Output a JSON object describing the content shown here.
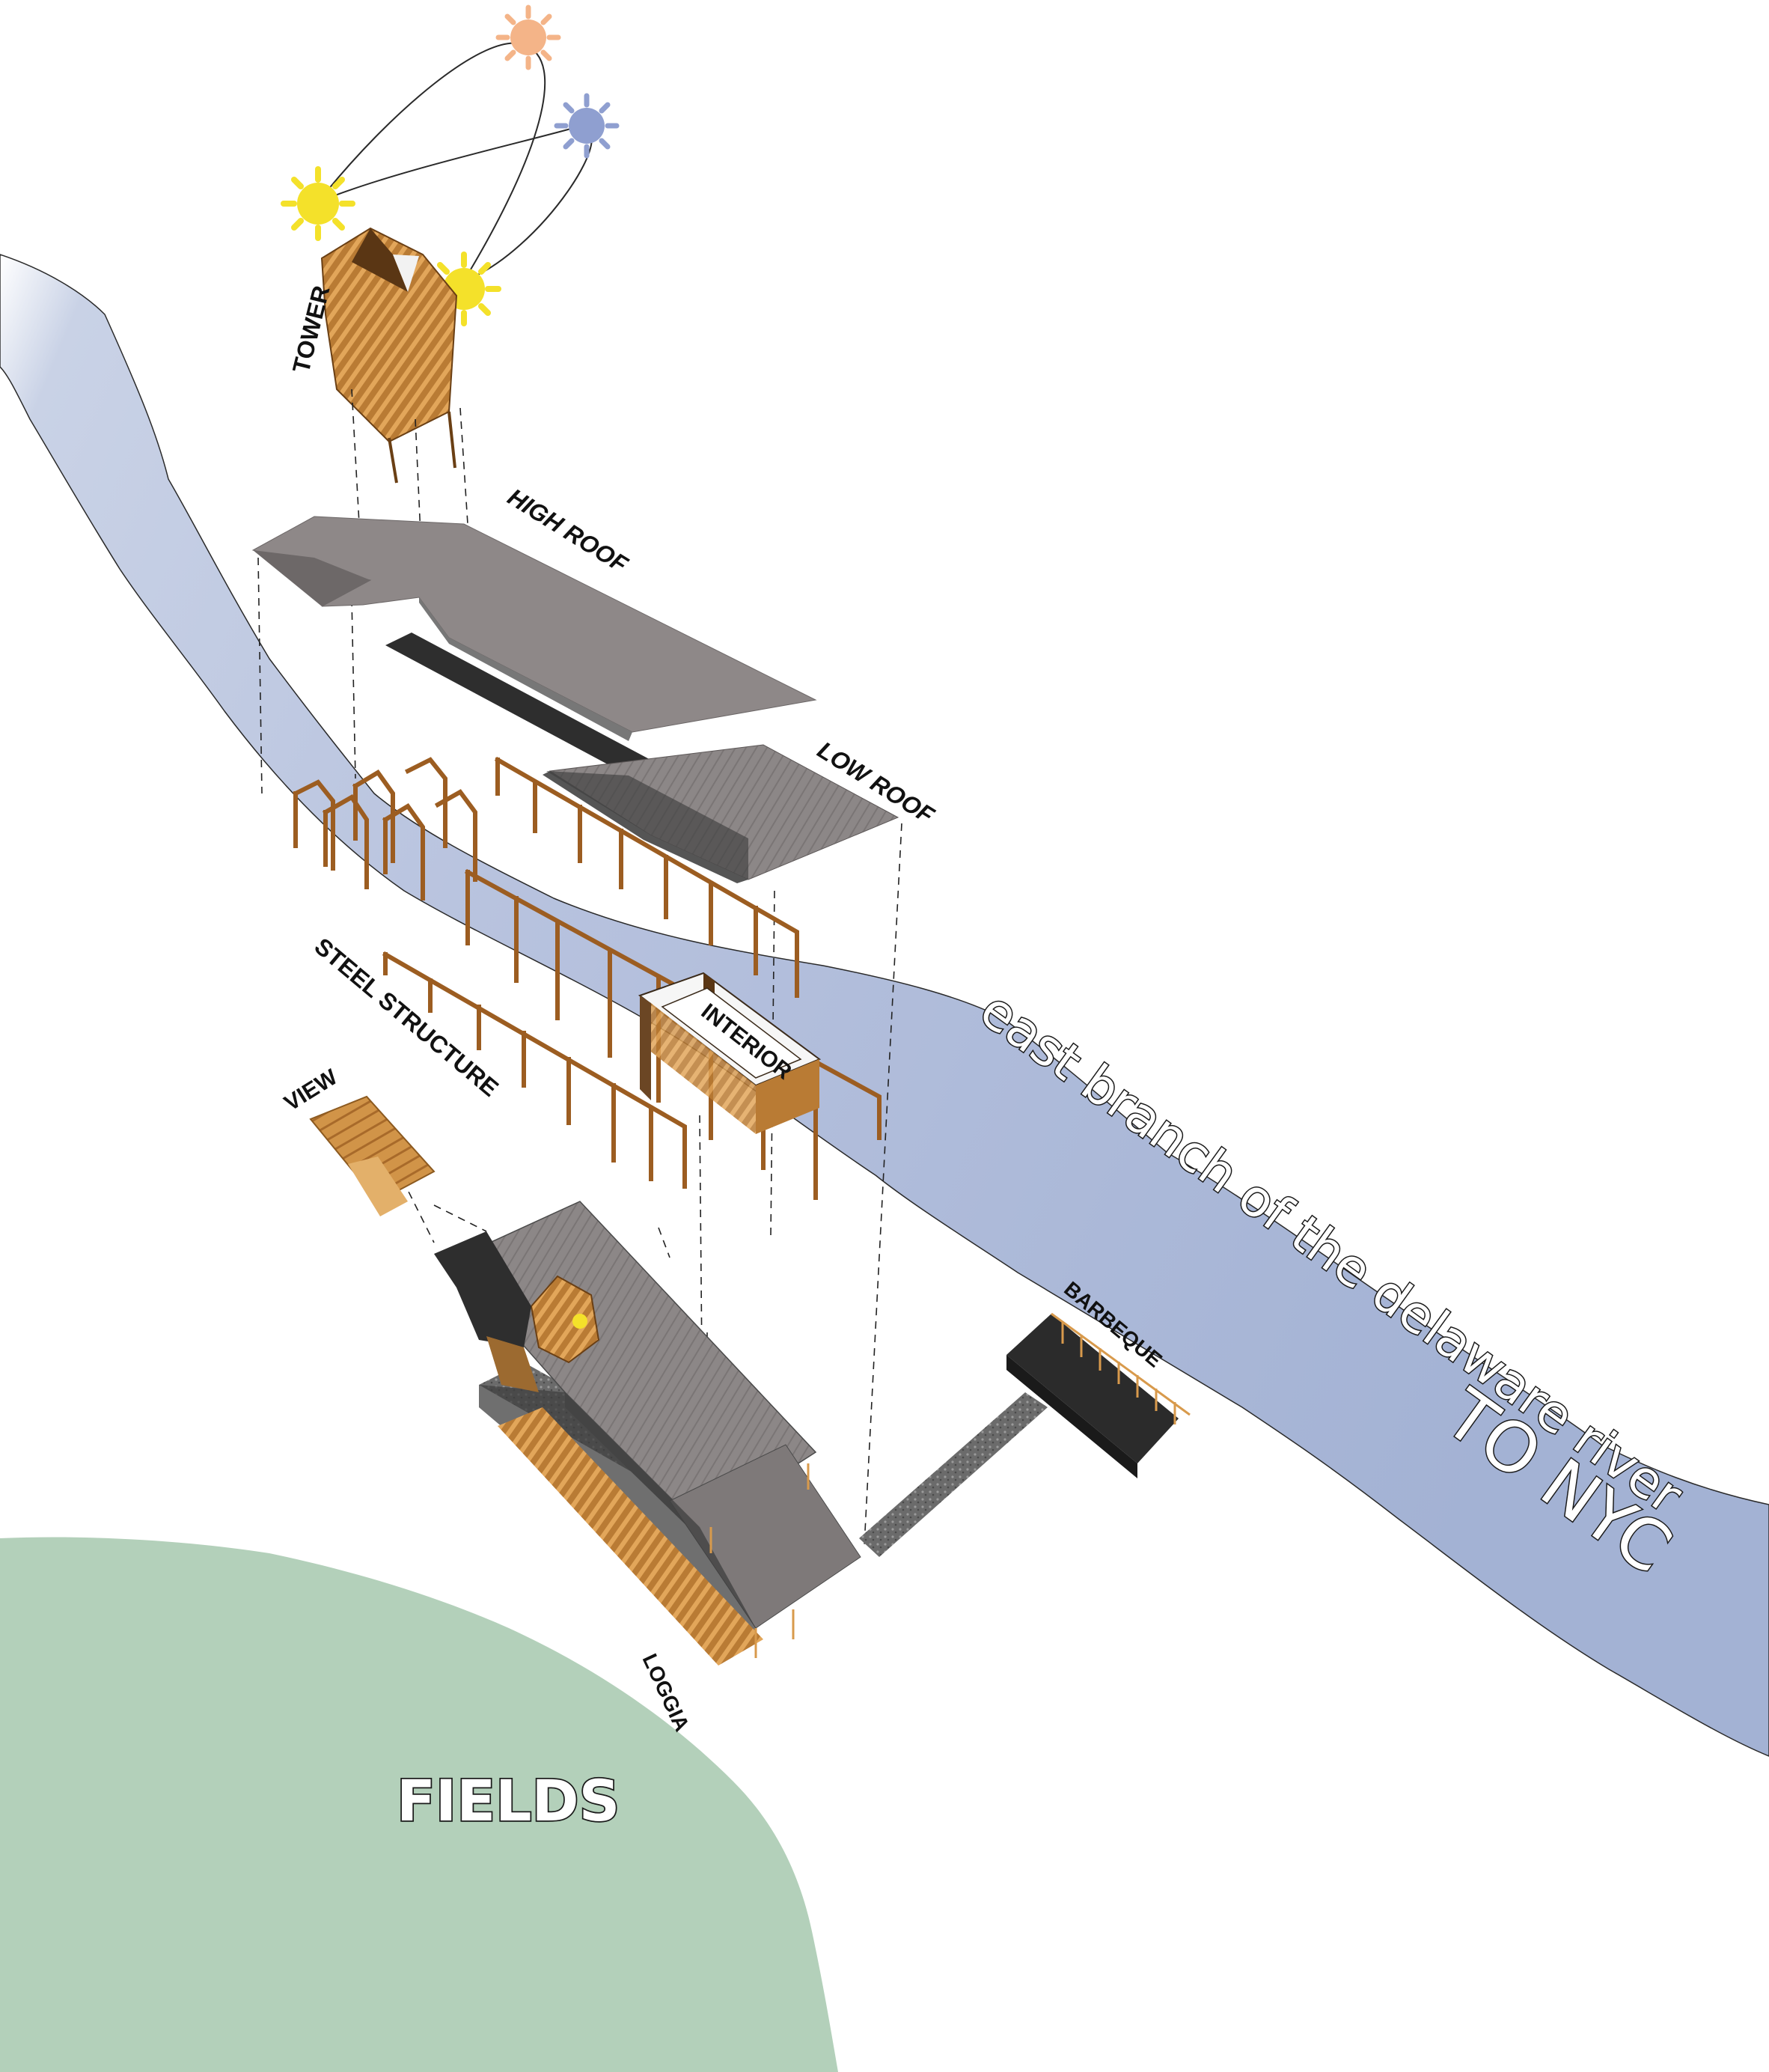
{
  "labels": {
    "tower": "TOWER",
    "high_roof": "HIGH ROOF",
    "low_roof": "LOW ROOF",
    "steel_structure": "STEEL STRUCTURE",
    "interior": "INTERIOR",
    "view": "VIEW",
    "barbeque": "BARBEQUE",
    "loggia": "LOGGIA",
    "fields": "FIELDS"
  },
  "river": {
    "name": "east branch of the delaware river",
    "destination": "TO NYC"
  },
  "sun_path": {
    "sun_icons": [
      "summer-sun-icon",
      "winter-sun-icon",
      "sunrise-sun-icon",
      "sunset-sun-icon"
    ]
  },
  "colors": {
    "river": "#a9b7d8",
    "fields": "#b3d0ba",
    "roof": "#8e8888",
    "steel": "#9c5d21",
    "wood": "#c98a3d",
    "sun_summer": "#f4b488",
    "sun_winter": "#8f9fd0",
    "sun_yellow": "#f4e12a"
  }
}
